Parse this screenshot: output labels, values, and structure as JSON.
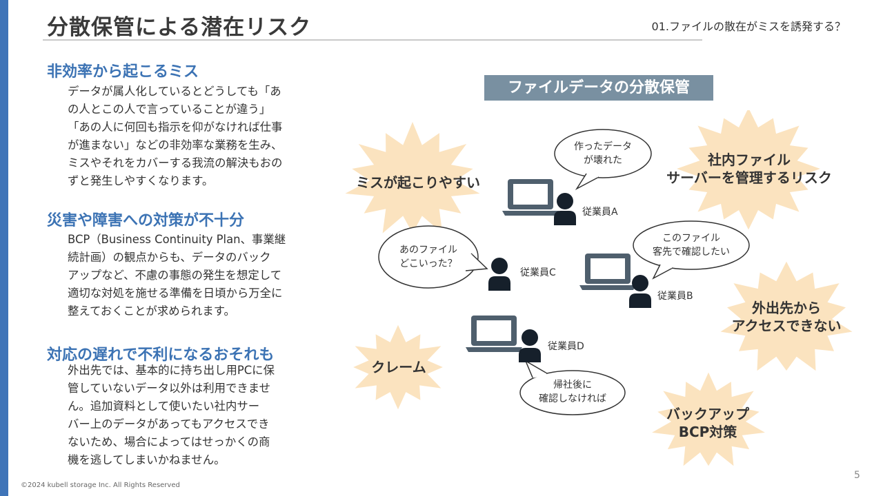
{
  "slide": {
    "title": "分散保管による潜在リスク",
    "section_label": "01.ファイルの散在がミスを誘発する？",
    "page_number": "5",
    "copyright": "©2024 kubell storage Inc. All Rights Reserved"
  },
  "sections": [
    {
      "heading": "非効率から起こるミス",
      "body": "データが属人化しているとどうしても「あ\nの人とこの人で言っていることが違う」\n「あの人に何回も指示を仰がなければ仕事\nが進まない」などの非効率な業務を生み、\nミスやそれをカバーする我流の解決もおの\nずと発生しやすくなります。"
    },
    {
      "heading": "災害や障害への対策が不十分",
      "body": "BCP（Business Continuity Plan、事業継\n続計画）の観点からも、データのバック\nアップなど、不慮の事態の発生を想定して\n適切な対処を施せる準備を日頃から万全に\n整えておくことが求められます。"
    },
    {
      "heading": "対応の遅れで不利になるおそれも",
      "body": "外出先では、基本的に持ち出し用PCに保\n管していないデータ以外は利用できませ\nん。追加資料として使いたい社内サー\nバー上のデータがあってもアクセスでき\nないため、場合によってはせっかくの商\n機を逃してしまいかねません。"
    }
  ],
  "diagram": {
    "title": "ファイルデータの分散保管",
    "bursts": [
      "ミスが起こりやすい",
      "社内ファイル\nサーバーを管理するリスク",
      "外出先から\nアクセスできない",
      "クレーム",
      "バックアップ\nBCP対策"
    ],
    "employees": [
      "従業員A",
      "従業員B",
      "従業員C",
      "従業員D"
    ],
    "bubbles": [
      "作ったデータ\nが壊れた",
      "このファイル\n客先で確認したい",
      "あのファイル\nどこいった？",
      "帰社後に\n確認しなければ"
    ],
    "colors": {
      "burst_fill": "#fbe3bf",
      "icon": "#4f5f6d",
      "person": "#16202b",
      "accent": "#3c73b4",
      "title_bg": "#7990a1"
    }
  }
}
